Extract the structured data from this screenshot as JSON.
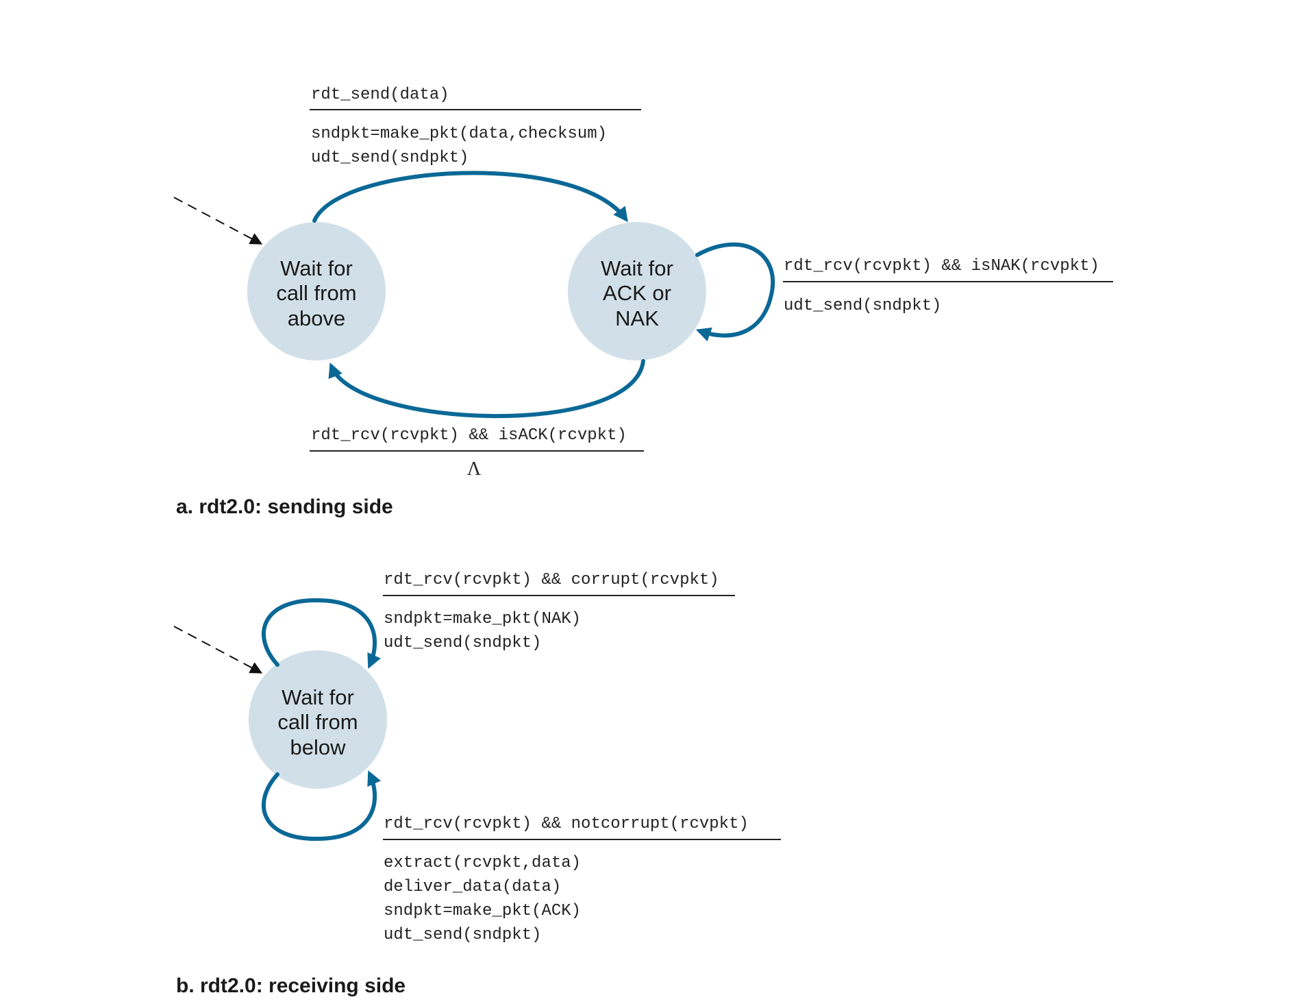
{
  "colors": {
    "arc": "#0a6896",
    "state_fill": "#d1dfe8",
    "initial_arrow": "#111111",
    "text": "#1a1a1a"
  },
  "sender": {
    "caption": "a.  rdt2.0: sending side",
    "states": {
      "wait_above": [
        "Wait for",
        "call from",
        "above"
      ],
      "wait_ack": [
        "Wait for",
        "ACK or",
        "NAK"
      ]
    },
    "transitions": {
      "send_data": {
        "event": "rdt_send(data)",
        "actions": [
          "sndpkt=make_pkt(data,checksum)",
          "udt_send(sndpkt)"
        ]
      },
      "nak": {
        "event": "rdt_rcv(rcvpkt) && isNAK(rcvpkt)",
        "actions": [
          "udt_send(sndpkt)"
        ]
      },
      "ack": {
        "event": "rdt_rcv(rcvpkt) && isACK(rcvpkt)",
        "actions": [
          "Λ"
        ]
      }
    }
  },
  "receiver": {
    "caption": "b.  rdt2.0: receiving side",
    "states": {
      "wait_below": [
        "Wait for",
        "call from",
        "below"
      ]
    },
    "transitions": {
      "corrupt": {
        "event": "rdt_rcv(rcvpkt) && corrupt(rcvpkt)",
        "actions": [
          "sndpkt=make_pkt(NAK)",
          "udt_send(sndpkt)"
        ]
      },
      "notcorrupt": {
        "event": "rdt_rcv(rcvpkt) && notcorrupt(rcvpkt)",
        "actions": [
          "extract(rcvpkt,data)",
          "deliver_data(data)",
          "sndpkt=make_pkt(ACK)",
          "udt_send(sndpkt)"
        ]
      }
    }
  }
}
